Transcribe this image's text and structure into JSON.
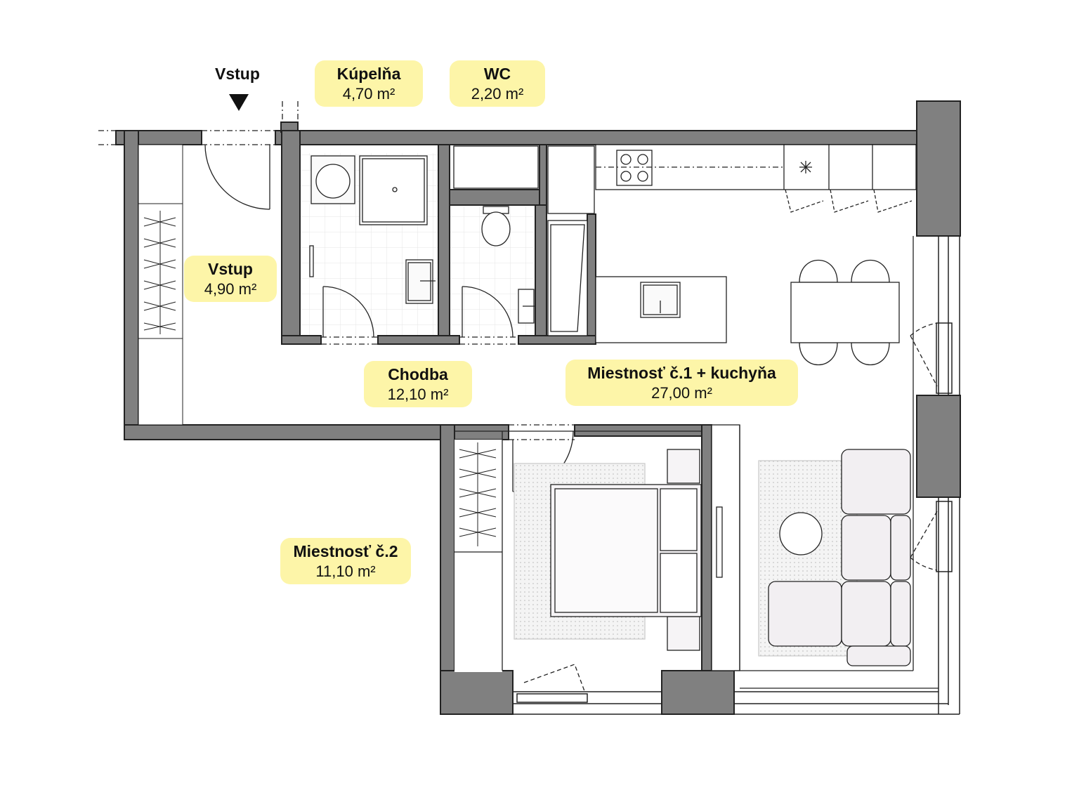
{
  "entry": {
    "label": "Vstup",
    "icon": "entry-arrow-down-icon"
  },
  "rooms": [
    {
      "id": "kupelna",
      "name": "Kúpelňa",
      "area": "4,70 m²"
    },
    {
      "id": "wc",
      "name": "WC",
      "area": "2,20 m²"
    },
    {
      "id": "vstup",
      "name": "Vstup",
      "area": "4,90 m²"
    },
    {
      "id": "chodba",
      "name": "Chodba",
      "area": "12,10 m²"
    },
    {
      "id": "miestnost1",
      "name": "Miestnosť č.1 + kuchyňa",
      "area": "27,00 m²"
    },
    {
      "id": "miestnost2",
      "name": "Miestnosť č.2",
      "area": "11,10 m²"
    }
  ],
  "colors": {
    "wall": "#808080",
    "wall_stroke": "#222222",
    "label_bg": "#fdf5a8",
    "furniture": "#f2eff2"
  }
}
